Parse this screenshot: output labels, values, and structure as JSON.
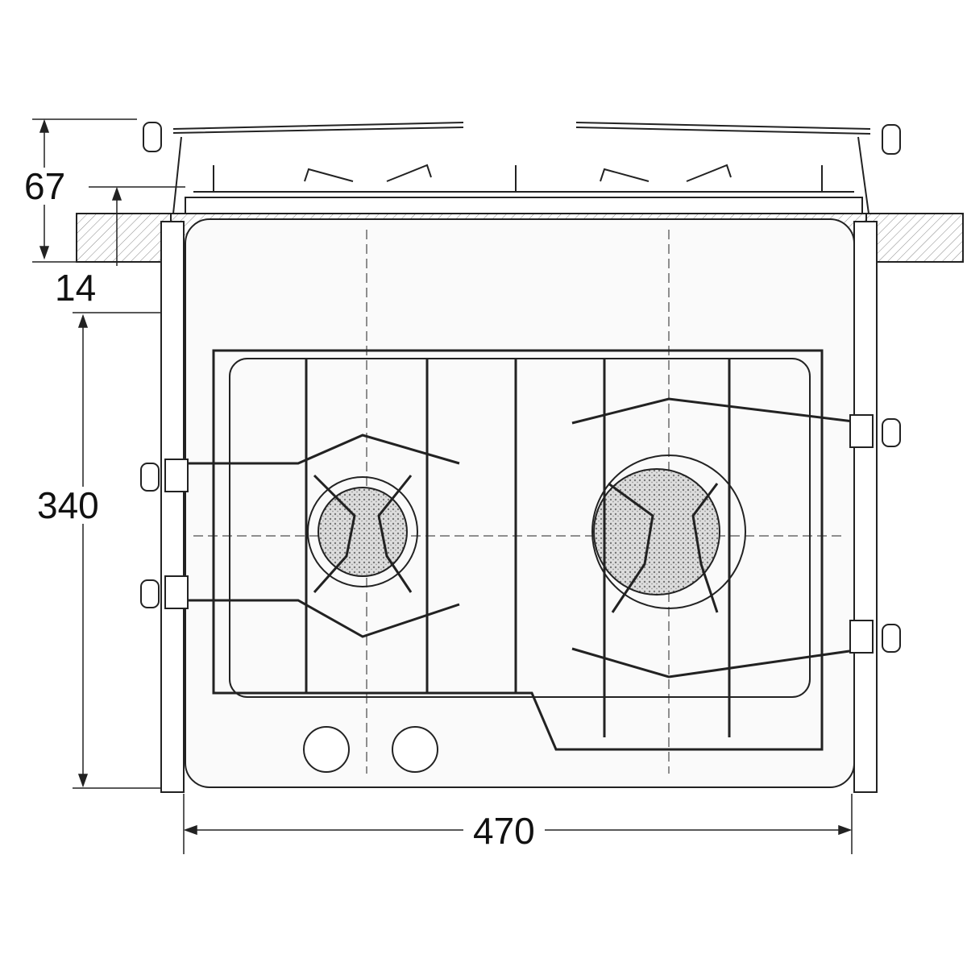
{
  "dimensions": {
    "total_height": "67",
    "counter_thickness": "14",
    "depth": "340",
    "width": "470"
  },
  "colors": {
    "line": "#222222",
    "hatch": "#777777",
    "burner": "#999999"
  }
}
